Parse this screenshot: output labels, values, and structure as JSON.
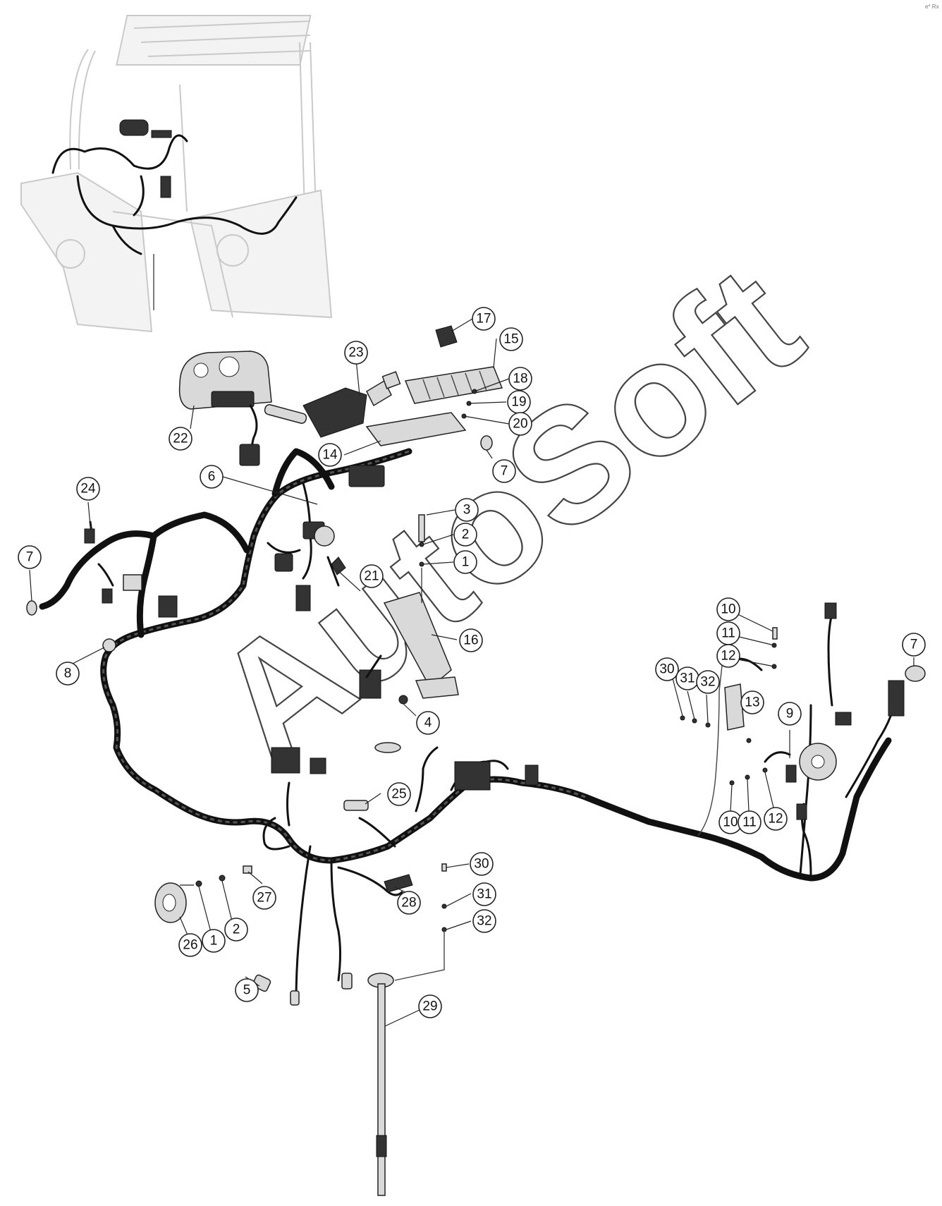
{
  "watermark": "AutoSoft",
  "corner_mark": "e* Rx",
  "colors": {
    "line": "#111111",
    "ghost": "#c9c9c9",
    "background": "#ffffff"
  },
  "callouts": [
    {
      "label": "1"
    },
    {
      "label": "2"
    },
    {
      "label": "3"
    },
    {
      "label": "4"
    },
    {
      "label": "5"
    },
    {
      "label": "6"
    },
    {
      "label": "7"
    },
    {
      "label": "7"
    },
    {
      "label": "7"
    },
    {
      "label": "8"
    },
    {
      "label": "9"
    },
    {
      "label": "10"
    },
    {
      "label": "11"
    },
    {
      "label": "12"
    },
    {
      "label": "10"
    },
    {
      "label": "11"
    },
    {
      "label": "12"
    },
    {
      "label": "13"
    },
    {
      "label": "14"
    },
    {
      "label": "15"
    },
    {
      "label": "16"
    },
    {
      "label": "17"
    },
    {
      "label": "18"
    },
    {
      "label": "19"
    },
    {
      "label": "20"
    },
    {
      "label": "21"
    },
    {
      "label": "22"
    },
    {
      "label": "23"
    },
    {
      "label": "24"
    },
    {
      "label": "25"
    },
    {
      "label": "26"
    },
    {
      "label": "1"
    },
    {
      "label": "2"
    },
    {
      "label": "27"
    },
    {
      "label": "28"
    },
    {
      "label": "29"
    },
    {
      "label": "30"
    },
    {
      "label": "31"
    },
    {
      "label": "32"
    },
    {
      "label": "30"
    },
    {
      "label": "31"
    },
    {
      "label": "32"
    }
  ]
}
